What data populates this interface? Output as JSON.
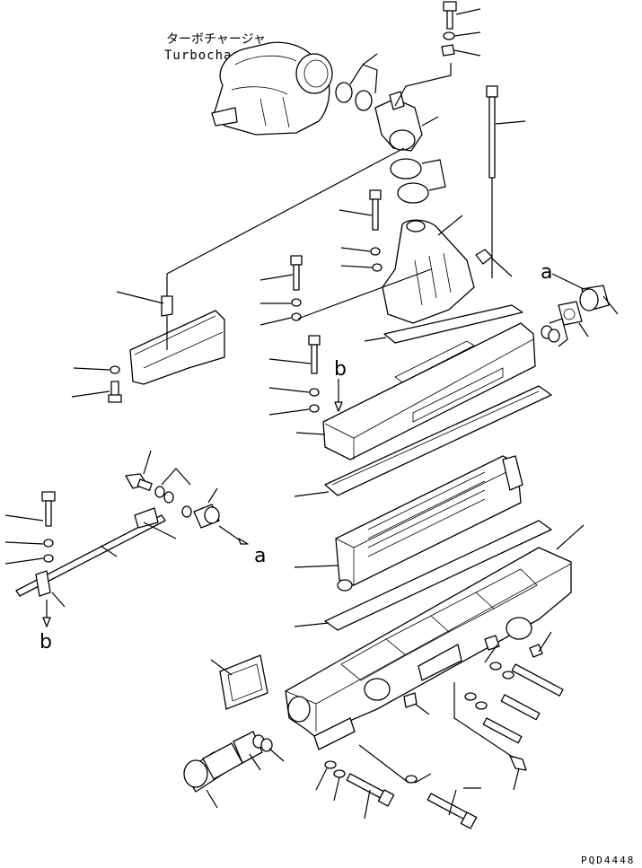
{
  "labels": {
    "turbo_jp": "ターボチャージャ",
    "turbo_en": "Turbocharger",
    "ref_a": "a",
    "ref_b": "b",
    "drawing_code": "PQD4448"
  }
}
